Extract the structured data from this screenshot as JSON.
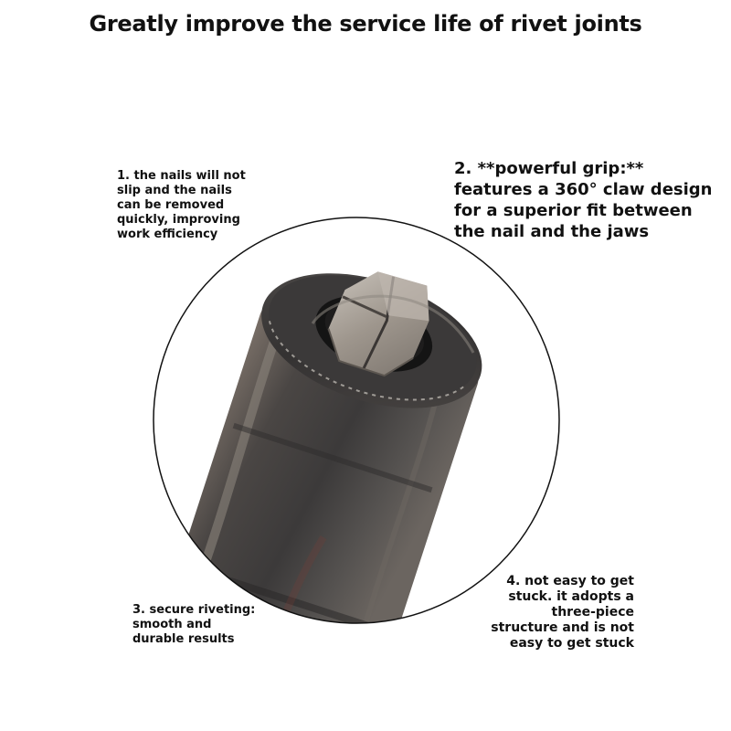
{
  "headline": "Greatly improve the service life of rivet joints",
  "features": [
    {
      "text": "1. the nails will not\nslip and the nails\ncan be removed\nquickly, improving\nwork efficiency"
    },
    {
      "text": "2. **powerful grip:**\nfeatures a 360° claw design\nfor a superior fit between\nthe nail and the jaws"
    },
    {
      "text": "3. secure riveting:\nsmooth and\ndurable results"
    },
    {
      "text": "4. not easy to get\nstuck. it adopts a\nthree-piece\nstructure and is not\neasy to get stuck"
    }
  ],
  "photo": {
    "subject": "riveter-nozzle-icon",
    "colors": {
      "outline": "#111111",
      "metal_dark": "#3a3a3a",
      "metal_mid": "#5a5a5a",
      "jaw": "#a8a29b"
    }
  }
}
